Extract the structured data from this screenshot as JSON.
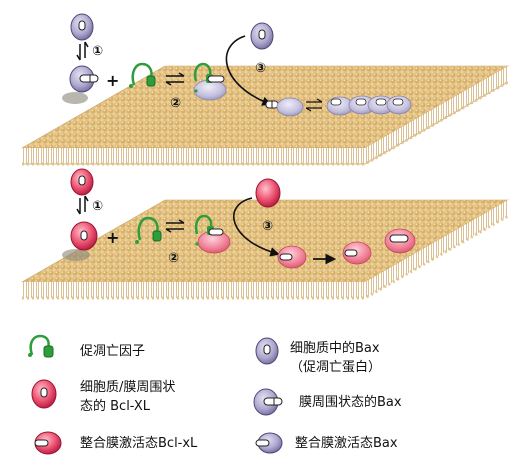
{
  "steps": {
    "top": [
      "①",
      "②",
      "③"
    ],
    "bottom": [
      "①",
      "②",
      "③"
    ]
  },
  "legend": {
    "bh3": "促凋亡因子",
    "bclxl_cyto_peri_line1": "细胞质/膜周围状",
    "bclxl_cyto_peri_line2": "态的 Bcl-XL",
    "bclxl_integral": "整合膜激活态Bcl-xL",
    "bax_cyto_line1": "细胞质中的Bax",
    "bax_cyto_line2": "（促凋亡蛋白）",
    "bax_peri": "膜周围状态的Bax",
    "bax_integral": "整合膜激活态Bax"
  },
  "colors": {
    "membrane_head": "#e3c083",
    "membrane_tail": "#c9a568",
    "bax": "#b3aed1",
    "bclxl": "#ea3d5f",
    "bh3": "#2e9d3c"
  }
}
